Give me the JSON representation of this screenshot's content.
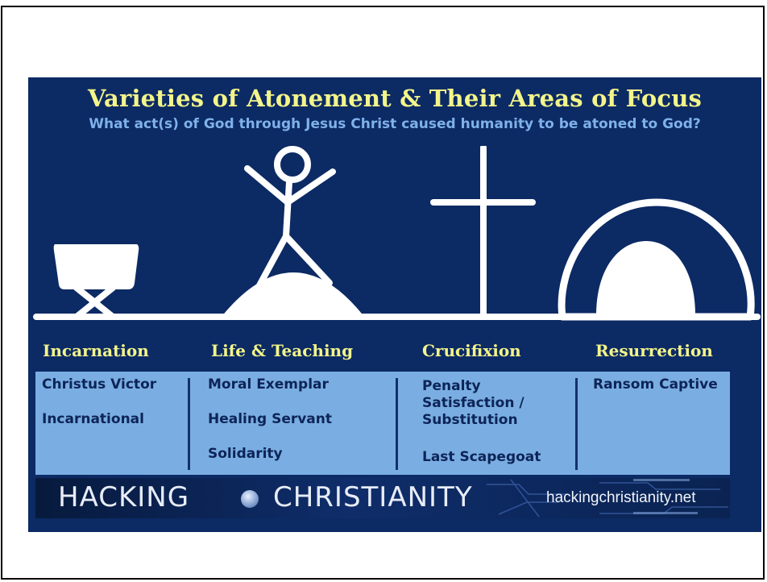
{
  "title": "Varieties of Atonement & Their Areas of Focus",
  "subtitle": "What act(s) of God through Jesus Christ caused humanity to be atoned to God?",
  "columns": [
    {
      "heading": "Incarnation",
      "icon": "manger-icon",
      "items": [
        "Christus Victor",
        "Incarnational"
      ]
    },
    {
      "heading": "Life & Teaching",
      "icon": "person-on-hill-icon",
      "items": [
        "Moral Exemplar",
        "Healing Servant",
        "Solidarity"
      ]
    },
    {
      "heading": "Crucifixion",
      "icon": "cross-icon",
      "items": [
        "Penalty\nSatisfaction /\nSubstitution",
        "Last Scapegoat"
      ]
    },
    {
      "heading": "Resurrection",
      "icon": "empty-tomb-icon",
      "items": [
        "Ransom Captive"
      ]
    }
  ],
  "footer": {
    "brand_left": "HACKING",
    "brand_right": "CHRISTIANITY",
    "website": "hackingchristianity.net"
  },
  "colors": {
    "background": "#0c2a64",
    "title": "#f3f58a",
    "subtitle": "#7fb1ea",
    "list_box": "#7aaee3",
    "list_text": "#0d2457",
    "drawings": "#ffffff"
  }
}
